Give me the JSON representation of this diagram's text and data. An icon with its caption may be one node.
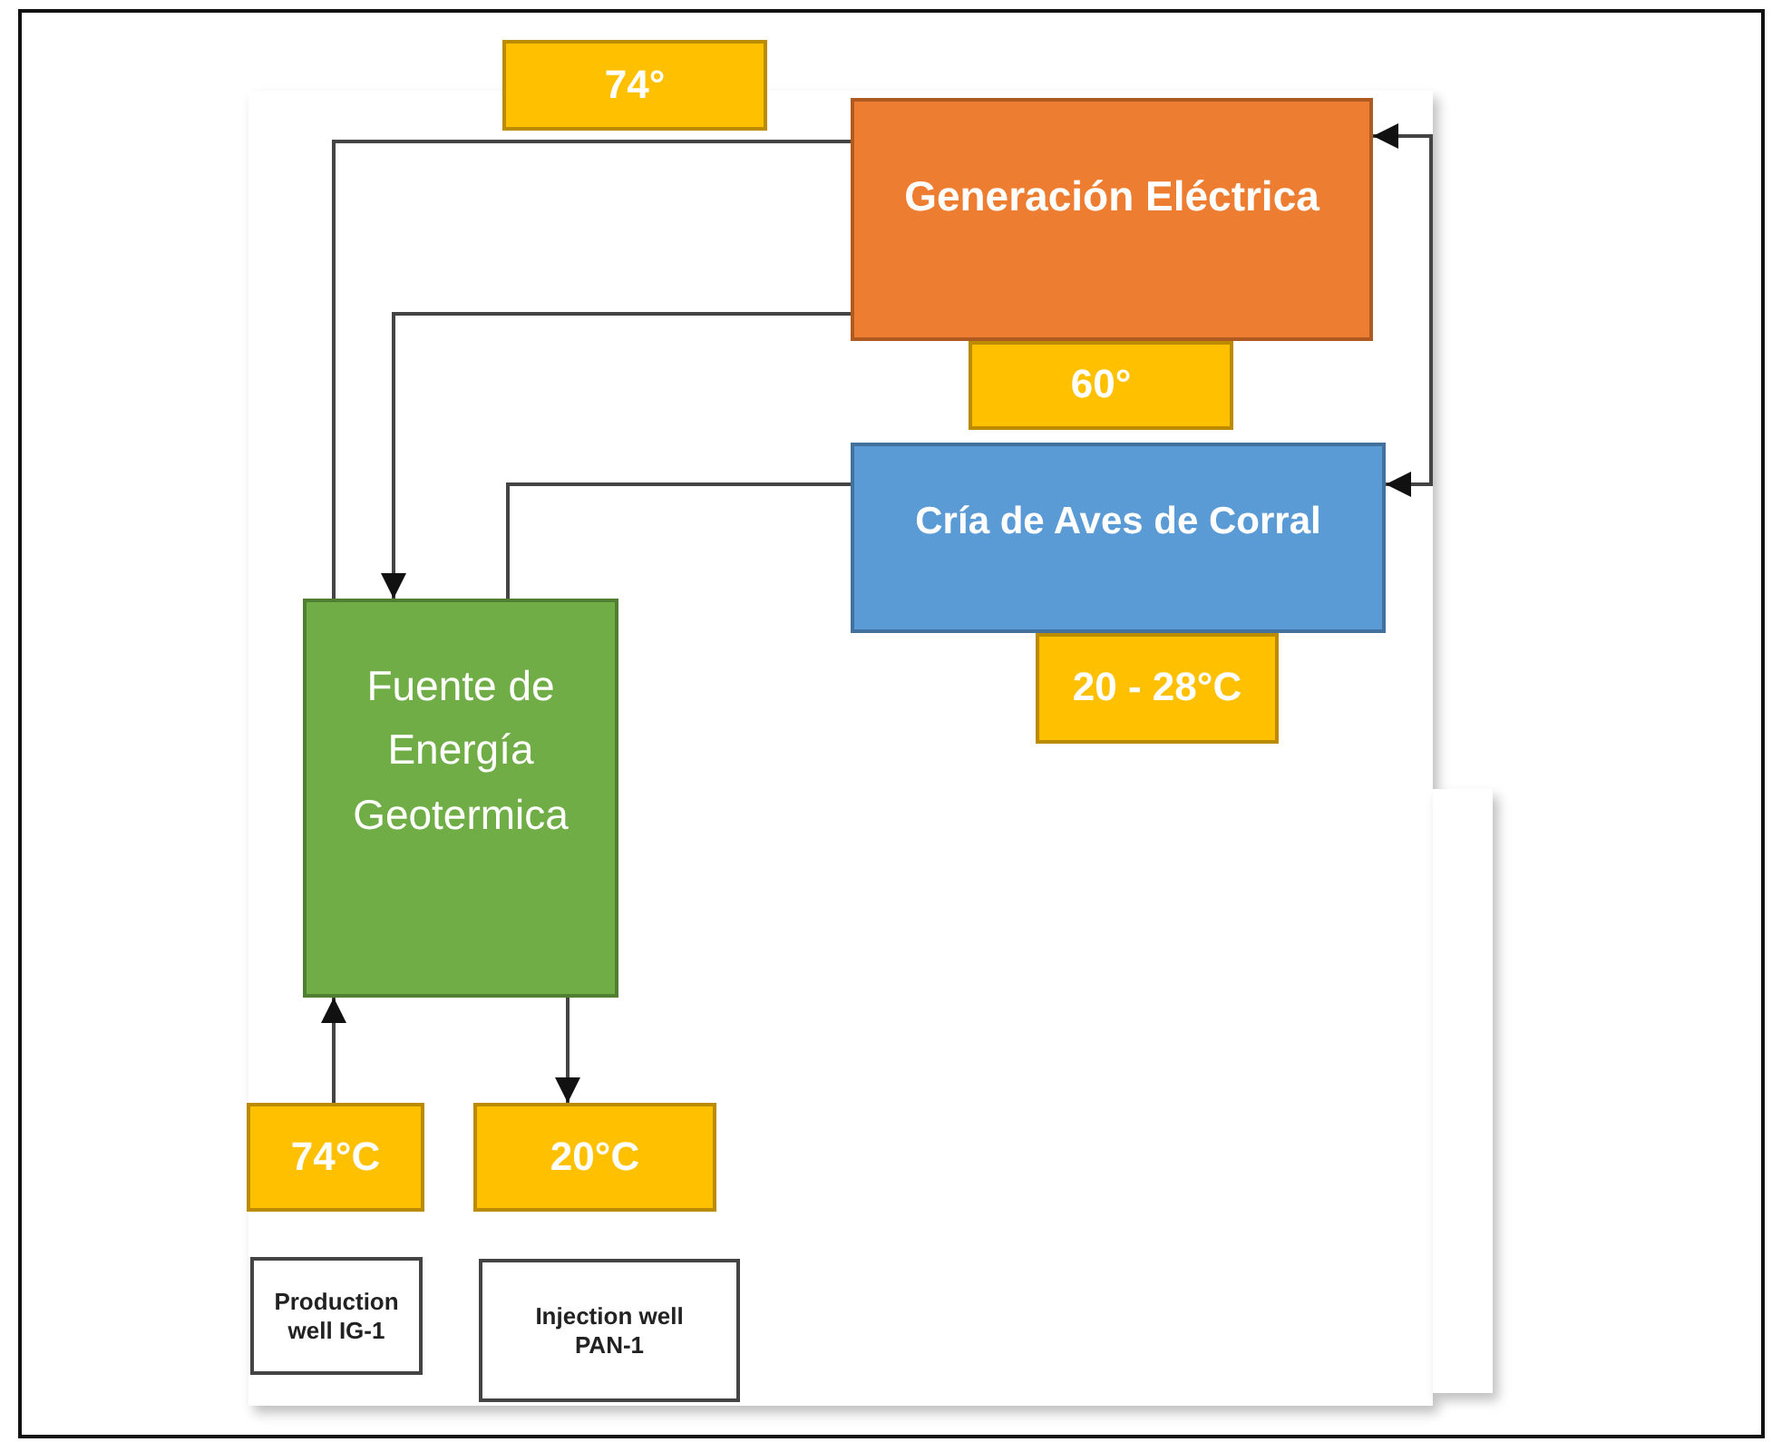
{
  "diagram": {
    "nodes": [
      {
        "text": [
          "Generación Eléctrica"
        ]
      },
      {
        "text": [
          "74°"
        ]
      },
      {
        "text": [
          "60°"
        ]
      },
      {
        "text": [
          "Cría de Aves de Corral"
        ]
      },
      {
        "text": [
          "20 - 28°C"
        ]
      },
      {
        "text": [
          "Fuente de Energía Geotermica"
        ]
      },
      {
        "text": [
          "74°C"
        ]
      },
      {
        "text": [
          "20°C"
        ]
      },
      {
        "text": [
          "Production well IG-1"
        ]
      },
      {
        "text": [
          "Injection well PAN-1"
        ]
      }
    ],
    "edges": [
      {
        "from": 5,
        "to": 0,
        "arrow": "none"
      },
      {
        "from": 0,
        "to": 5,
        "arrow": "to"
      },
      {
        "from": 3,
        "to": 5,
        "arrow": "none"
      },
      {
        "from": 0,
        "to": 3,
        "arrow": "both"
      },
      {
        "from": 6,
        "to": 5,
        "arrow": "to"
      },
      {
        "from": 5,
        "to": 7,
        "arrow": "to"
      }
    ]
  }
}
